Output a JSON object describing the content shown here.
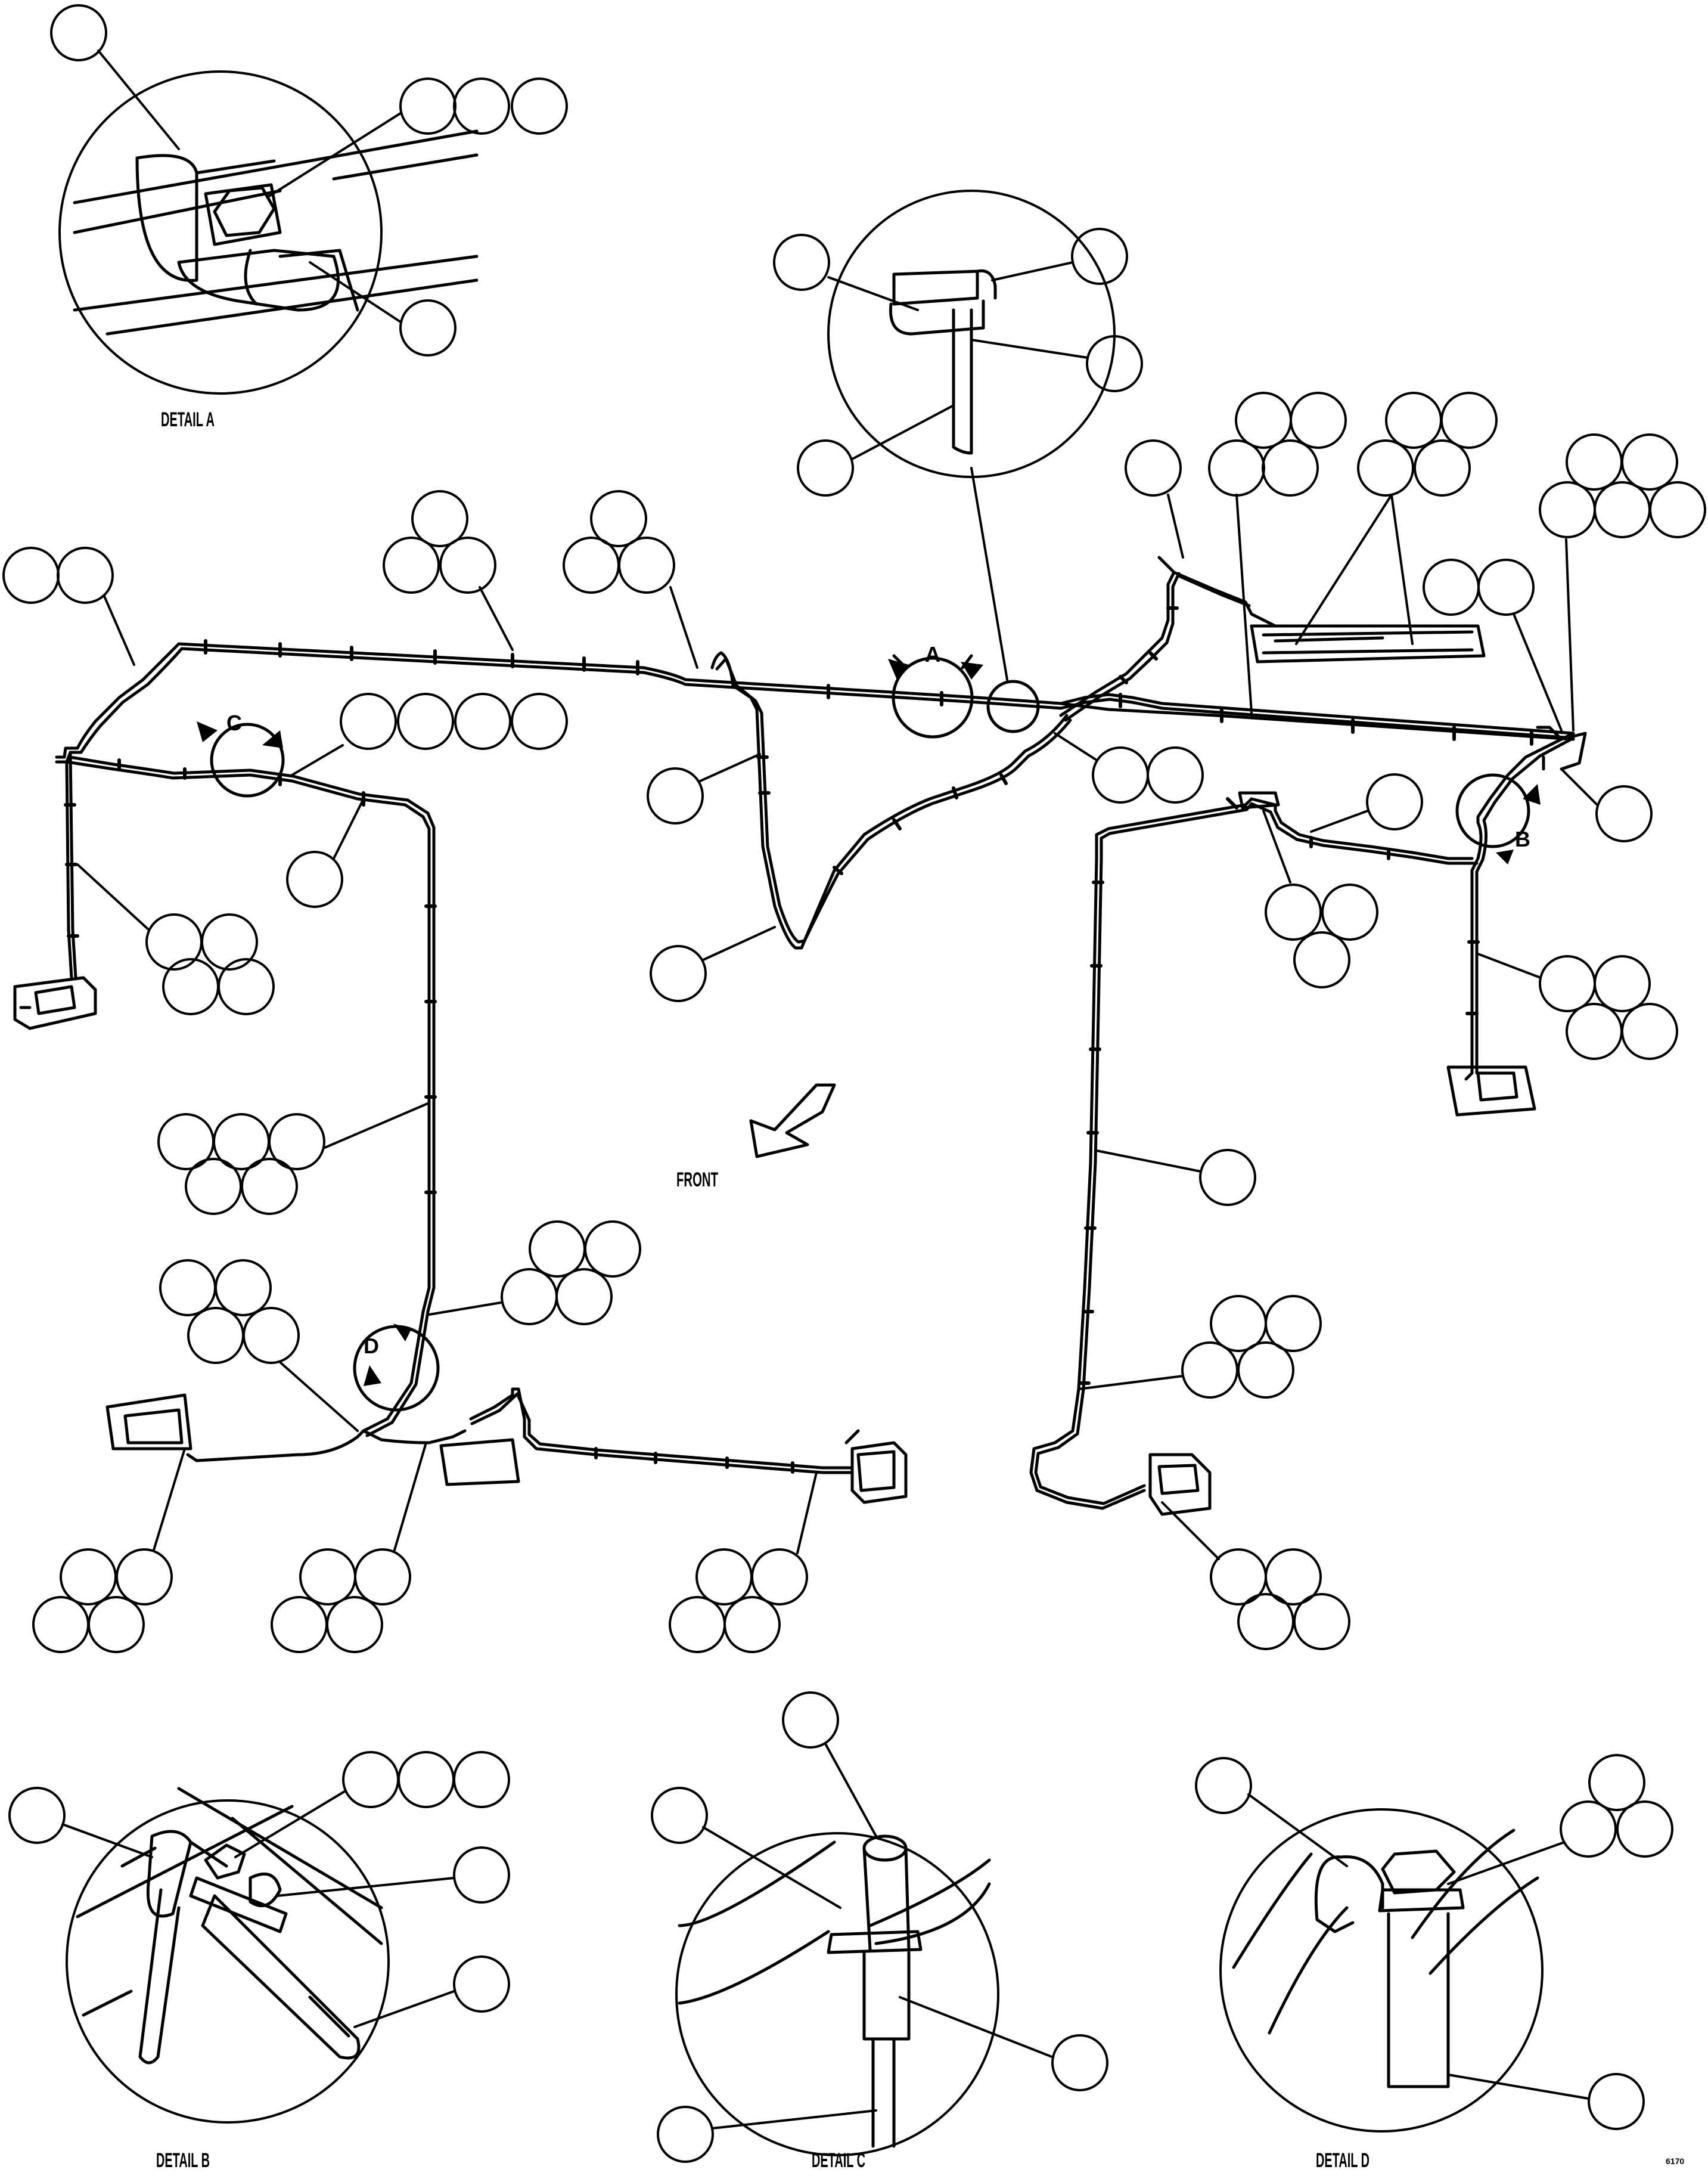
{
  "labels": {
    "detail_a": "DETAIL A",
    "detail_b": "DETAIL B",
    "detail_c": "DETAIL C",
    "detail_d": "DETAIL D",
    "front": "FRONT",
    "view_a": "A",
    "view_b": "B",
    "view_c": "C",
    "view_d": "D",
    "figure_number": "6170"
  },
  "colors": {
    "line": "#000000",
    "background": "#ffffff"
  }
}
